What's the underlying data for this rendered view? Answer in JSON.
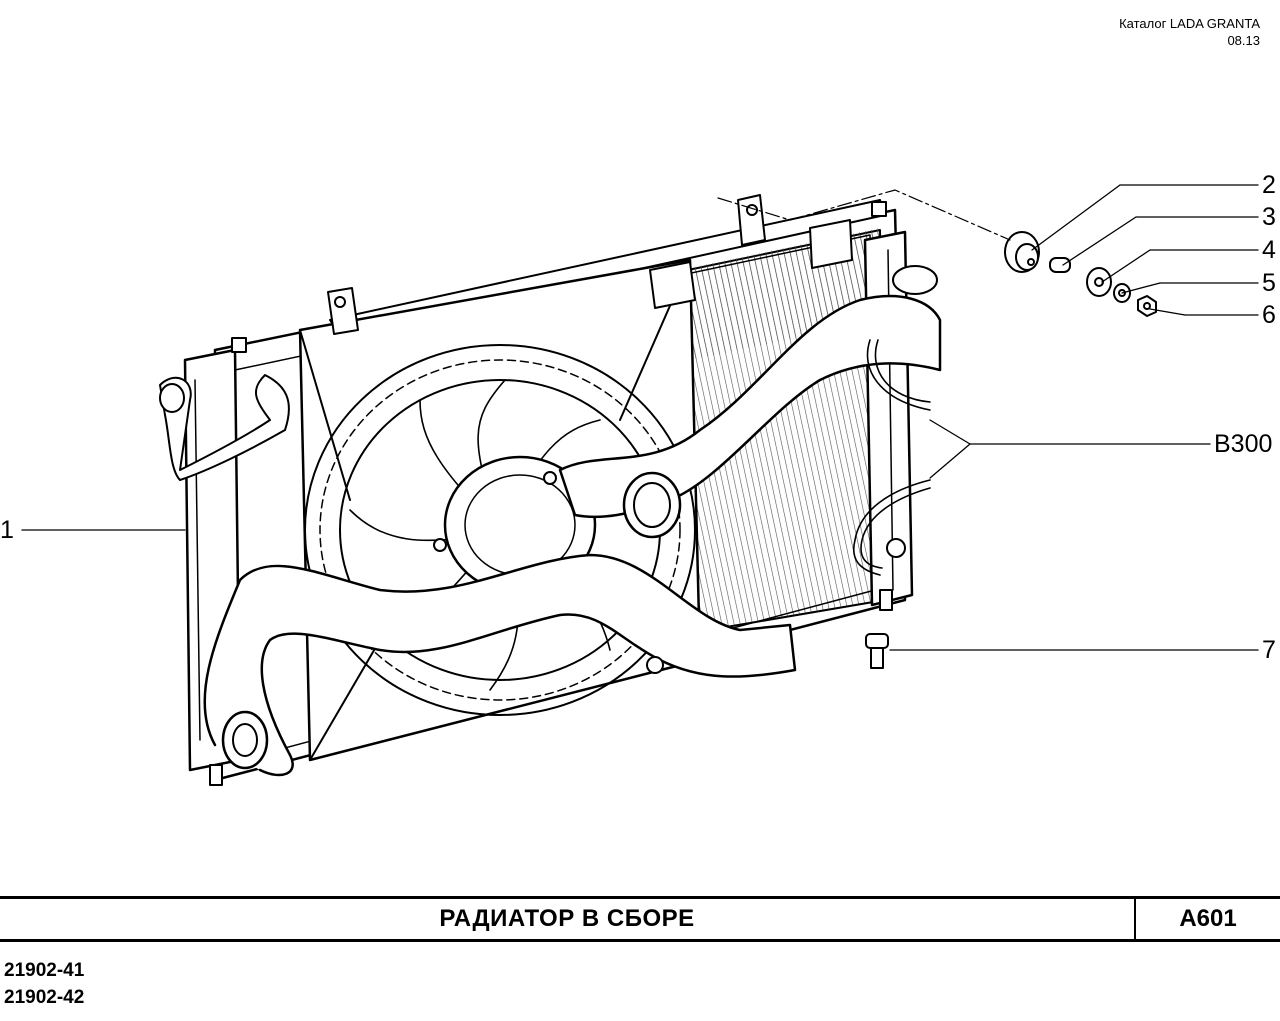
{
  "header": {
    "catalog": "Каталог  LADA  GRANTA",
    "date": "08.13"
  },
  "callouts": [
    "1",
    "2",
    "3",
    "4",
    "5",
    "6",
    "7",
    "B300"
  ],
  "title": "РАДИАТОР  В  СБОРЕ",
  "code": "A601",
  "models": [
    "21902-41",
    "21902-42"
  ]
}
